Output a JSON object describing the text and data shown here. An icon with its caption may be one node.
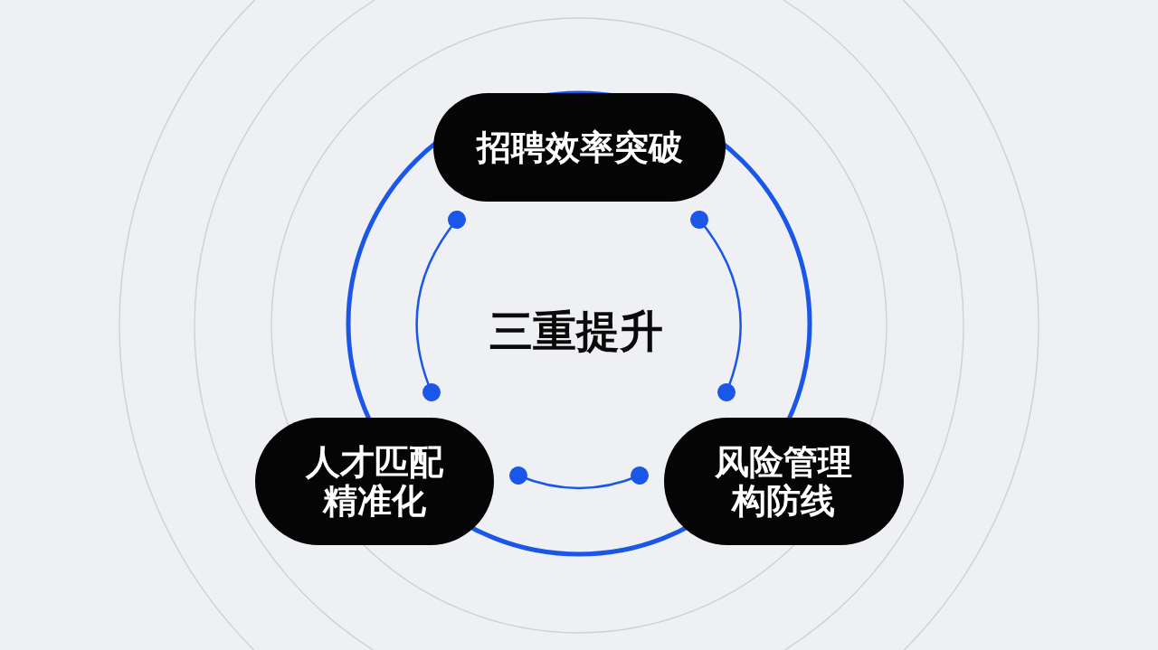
{
  "diagram": {
    "nodes": [
      {
        "text": [
          "招聘效率突破"
        ]
      },
      {
        "text": [
          "人才匹配精准化"
        ]
      },
      {
        "text": [
          "风险管理构防线"
        ]
      }
    ],
    "edges": [
      {
        "from": 0,
        "to": 1,
        "arrow": "other"
      },
      {
        "from": 0,
        "to": 2,
        "arrow": "other"
      },
      {
        "from": 1,
        "to": 2,
        "arrow": "other"
      }
    ],
    "labels": [
      "三重提升"
    ]
  }
}
